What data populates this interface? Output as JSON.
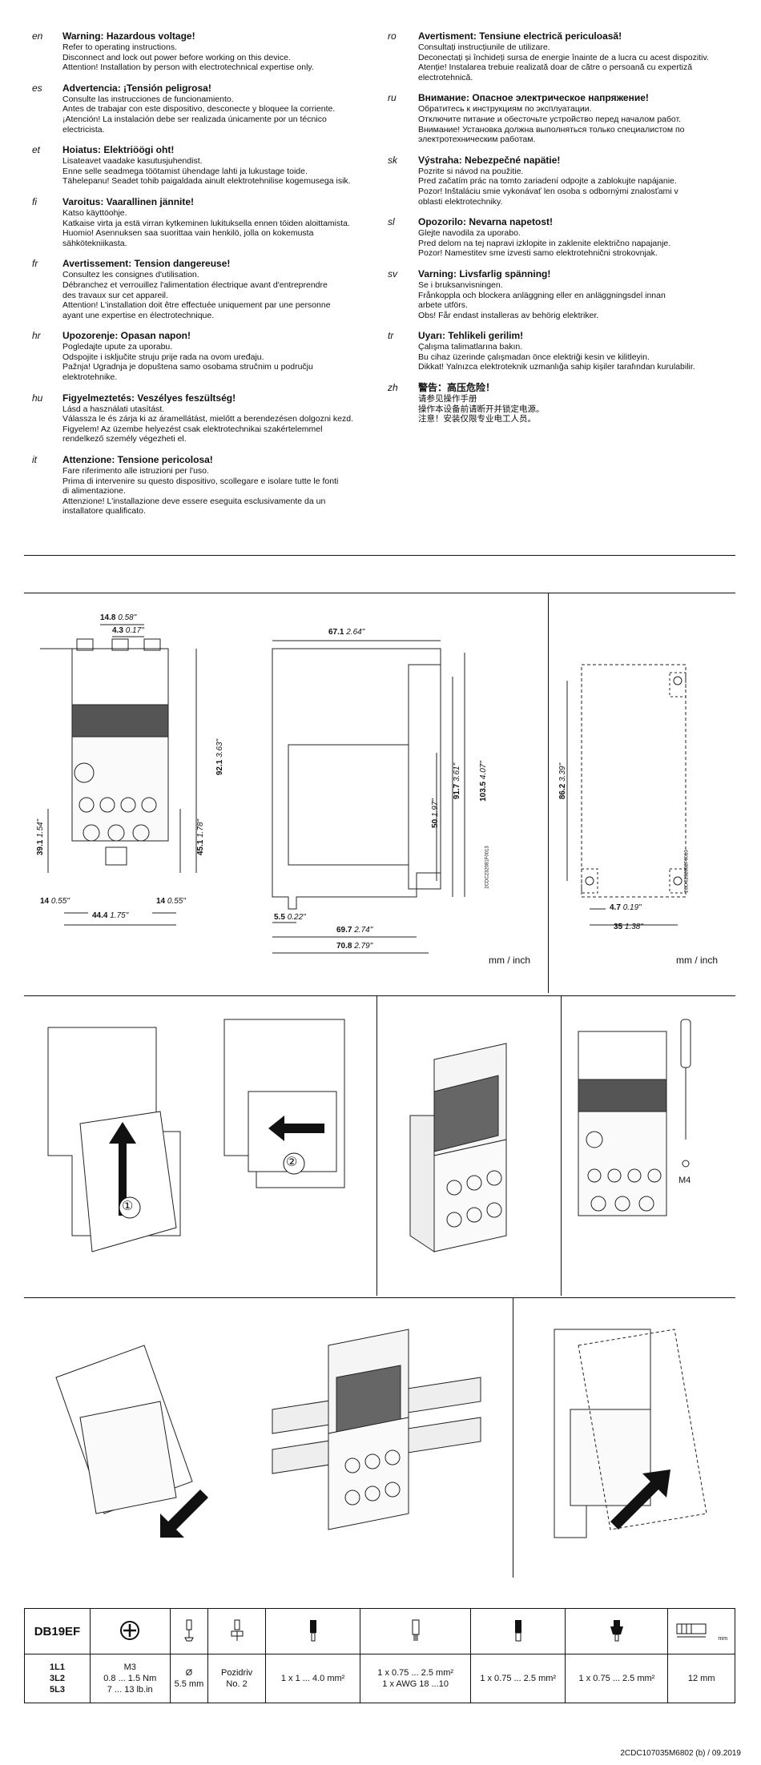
{
  "warnings": {
    "left": [
      {
        "code": "en",
        "title": "Warning: Hazardous voltage!",
        "body": "Refer to operating instructions.\nDisconnect and lock out power before working on this device.\nAttention! Installation by person with electrotechnical expertise only."
      },
      {
        "code": "es",
        "title": "Advertencia: ¡Tensión peligrosa!",
        "body": "Consulte las instrucciones de funcionamiento.\nAntes de trabajar con este dispositivo, desconecte y bloquee la corriente.\n¡Atención! La instalación debe ser realizada únicamente por un técnico\nelectricista."
      },
      {
        "code": "et",
        "title": "Hoiatus: Elektriöögi oht!",
        "body": "Lisateavet vaadake kasutusjuhendist.\nEnne selle seadmega töötamist ühendage lahti ja lukustage toide.\nTähelepanu! Seadet tohib paigaldada ainult elektrotehnilise kogemusega isik."
      },
      {
        "code": "fi",
        "title": "Varoitus: Vaarallinen jännite!",
        "body": "Katso käyttöohje.\nKatkaise virta ja estä virran kytkeminen lukituksella ennen töiden aloittamista.\nHuomio! Asennuksen saa suorittaa vain henkilö, jolla on kokemusta\nsähkötekniikasta."
      },
      {
        "code": "fr",
        "title": "Avertissement: Tension dangereuse!",
        "body": "Consultez les consignes d'utilisation.\nDébranchez et verrouillez l'alimentation électrique avant d'entreprendre\ndes travaux sur cet appareil.\nAttention! L'installation doit être effectuée uniquement par une personne\nayant une expertise en électrotechnique."
      },
      {
        "code": "hr",
        "title": "Upozorenje: Opasan napon!",
        "body": "Pogledajte upute za uporabu.\nOdspojite i isključite struju prije rada na ovom uređaju.\nPažnja! Ugradnja je dopuštena samo osobama stručnim u području\nelektrotehnike."
      },
      {
        "code": "hu",
        "title": "Figyelmeztetés: Veszélyes feszültség!",
        "body": "Lásd a használati utasítást.\nVálassza le és zárja ki az áramellátást, mielőtt a berendezésen dolgozni kezd.\nFigyelem! Az üzembe helyezést csak elektrotechnikai szakértelemmel\nrendelkező személy végezheti el."
      },
      {
        "code": "it",
        "title": "Attenzione: Tensione pericolosa!",
        "body": "Fare riferimento alle istruzioni per l'uso.\nPrima di intervenire su questo dispositivo, scollegare e isolare tutte le fonti\ndi alimentazione.\nAttenzione! L'installazione deve essere eseguita esclusivamente da un\ninstallatore qualificato."
      }
    ],
    "right": [
      {
        "code": "ro",
        "title": "Avertisment: Tensiune electrică periculoasă!",
        "body": "Consultați instrucțiunile de utilizare.\nDeconectați și închideți sursa de energie înainte de a lucra cu acest dispozitiv.\nAtenție! Instalarea trebuie realizată doar de către o persoană cu expertiză\nelectrotehnică."
      },
      {
        "code": "ru",
        "title": "Внимание: Опасное электрическое напряжение!",
        "body": "Обратитесь к инструкциям по эксплуатации.\nОтключите питание и обесточьте устройство перед началом работ.\nВнимание! Установка должна выполняться только специалистом по\nэлектротехническим работам."
      },
      {
        "code": "sk",
        "title": "Výstraha: Nebezpečné napätie!",
        "body": "Pozrite si návod na použitie.\nPred začatím prác na tomto zariadení odpojte a zablokujte napájanie.\nPozor! Inštaláciu smie vykonávať len osoba s odbornými znalosťami v\noblasti elektrotechniky."
      },
      {
        "code": "sl",
        "title": "Opozorilo: Nevarna napetost!",
        "body": "Glejte navodila za uporabo.\nPred delom na tej napravi izklopite in zaklenite električno napajanje.\nPozor! Namestitev sme izvesti samo elektrotehnični strokovnjak."
      },
      {
        "code": "sv",
        "title": "Varning: Livsfarlig spänning!",
        "body": "Se i bruksanvisningen.\nFrånkoppla och blockera anläggning eller en anläggningsdel innan\narbete utförs.\nObs! Får endast installeras av behörig elektriker."
      },
      {
        "code": "tr",
        "title": "Uyarı: Tehlikeli gerilim!",
        "body": "Çalışma talimatlarına bakın.\nBu cihaz üzerinde çalışmadan önce elektriği kesin ve kilitleyin.\nDikkat! Yalnızca elektroteknik uzmanlığa sahip kişiler tarafından kurulabilir."
      },
      {
        "code": "zh",
        "title": "警告：高压危险！",
        "body": "请参见操作手册\n操作本设备前请断开并锁定电源。\n注意！安装仅限专业电工人员。"
      }
    ]
  },
  "dimensions": {
    "front": {
      "d1": "14.8",
      "d1_in": "0.58\"",
      "d2": "4.3",
      "d2_in": "0.17\"",
      "h_total": "92.1",
      "h_total_in": "3.63\"",
      "h_low": "45.1",
      "h_low_in": "1.78\"",
      "h_left": "39.1",
      "h_left_in": "1.54\"",
      "w_l": "14",
      "w_l_in": "0.55\"",
      "w_r": "14",
      "w_r_in": "0.55\"",
      "w_c": "44.4",
      "w_c_in": "1.75\""
    },
    "side": {
      "top": "67.1",
      "top_in": "2.64\"",
      "h1": "50",
      "h1_in": "1.97\"",
      "h2": "91.7",
      "h2_in": "3.61\"",
      "h3": "103.5",
      "h3_in": "4.07\"",
      "b1": "5.5",
      "b1_in": "0.22\"",
      "b2": "69.7",
      "b2_in": "2.74\"",
      "b3": "70.8",
      "b3_in": "2.79\"",
      "code": "2CDC232081F0013"
    },
    "back": {
      "h": "86.2",
      "h_in": "3.39\"",
      "w1": "4.7",
      "w1_in": "0.19\"",
      "w2": "35",
      "w2_in": "1.38\"",
      "code": "2CDC232082F0013"
    },
    "unit": "mm / inch"
  },
  "steps": {
    "step1": "①",
    "step2": "②",
    "screw": "M4"
  },
  "table": {
    "model": "DB19EF",
    "terminals": [
      "1L1",
      "3L2",
      "5L3"
    ],
    "torque": [
      "M3",
      "0.8 ... 1.5 Nm",
      "7 ... 13 lb.in"
    ],
    "screwdriver": [
      "Ø",
      "5.5 mm"
    ],
    "pozidriv": [
      "Pozidriv",
      "No. 2"
    ],
    "c1": "1 x 1 ... 4.0 mm²",
    "c2": [
      "1 x 0.75 ... 2.5 mm²",
      "1 x AWG 18 ...10"
    ],
    "c3": "1 x 0.75 ... 2.5 mm²",
    "c4": "1 x 0.75 ... 2.5 mm²",
    "strip": "12 mm",
    "strip_unit": "mm"
  },
  "footer": "2CDC107035M6802 (b) / 09.2019"
}
